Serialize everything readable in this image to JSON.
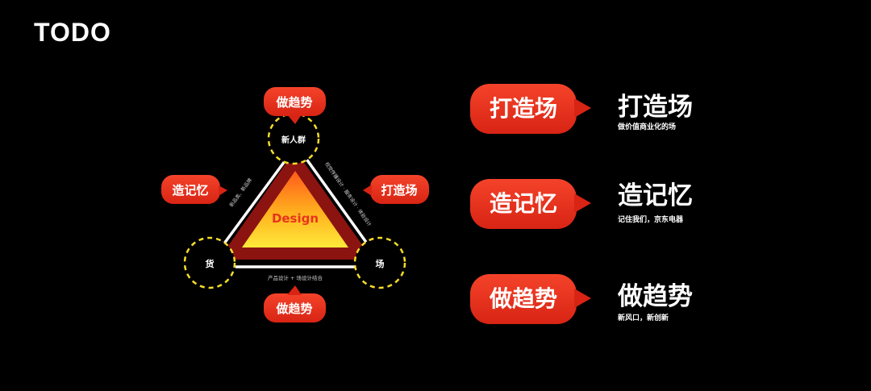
{
  "header": {
    "title": "TODO"
  },
  "diagram": {
    "center_label": "Design",
    "nodes": {
      "top": "新人群",
      "left": "货",
      "right": "场"
    },
    "edges": {
      "left": "新品类、新品牌",
      "right": "视觉传播设计 · 服务设计 · 体验设计",
      "bottom": "产品设计 + 场设计结合"
    },
    "callouts": {
      "top": "做趋势",
      "left": "造记忆",
      "right": "打造场",
      "bottom": "做趋势"
    }
  },
  "list": [
    {
      "bubble": "打造场",
      "title": "打造场",
      "subtitle": "做价值商业化的场"
    },
    {
      "bubble": "造记忆",
      "title": "造记忆",
      "subtitle": "记住我们，京东电器"
    },
    {
      "bubble": "做趋势",
      "title": "做趋势",
      "subtitle": "新风口，新创新"
    }
  ],
  "colors": {
    "accent_red": "#e8341c",
    "dark_red": "#8b1410",
    "yellow": "#f5dc2a",
    "background": "#000000"
  }
}
